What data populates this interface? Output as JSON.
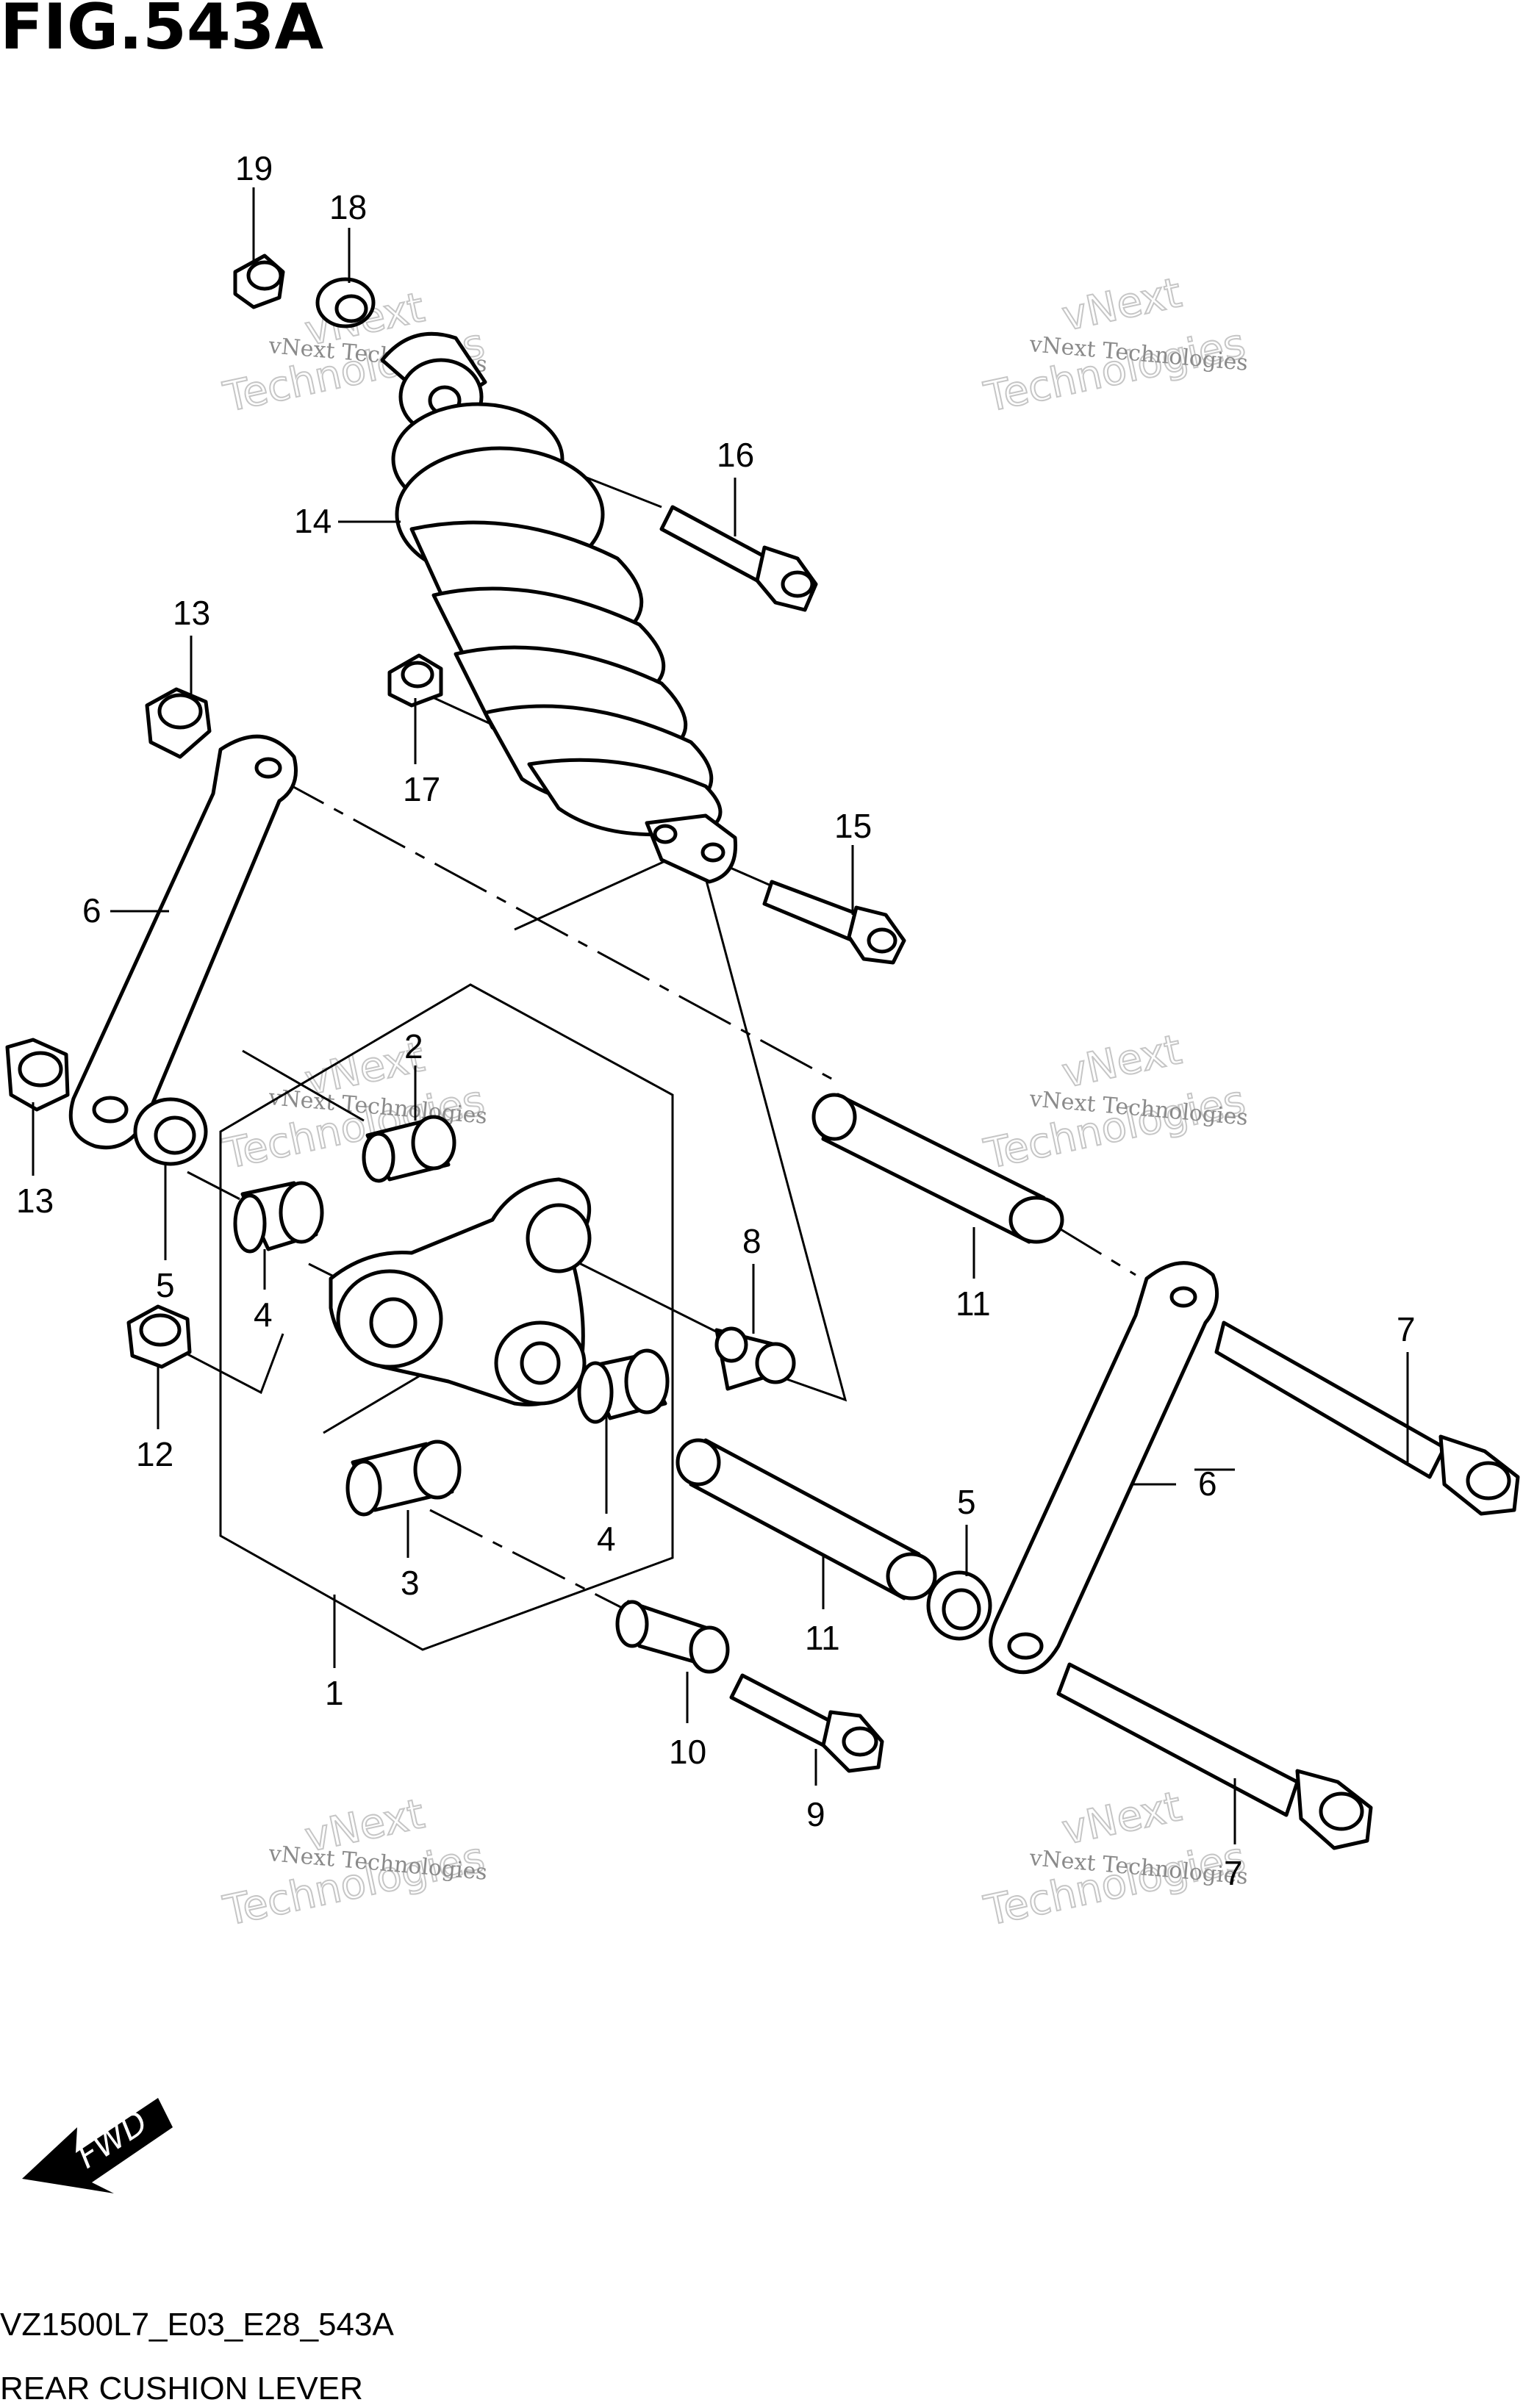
{
  "figure_title": "FIG.543A",
  "model_code": "VZ1500L7_E03_E28_543A",
  "section_title": "REAR CUSHION LEVER",
  "direction_label": "FWD",
  "watermark": {
    "line_small": "vNext Technologies",
    "line_big_1": "vNext",
    "line_big_2": "Technologies"
  },
  "callouts": [
    "1",
    "2",
    "3",
    "4",
    "4",
    "5",
    "5",
    "6",
    "6",
    "7",
    "7",
    "8",
    "9",
    "10",
    "11",
    "11",
    "12",
    "13",
    "13",
    "14",
    "15",
    "16",
    "17",
    "18",
    "19"
  ]
}
